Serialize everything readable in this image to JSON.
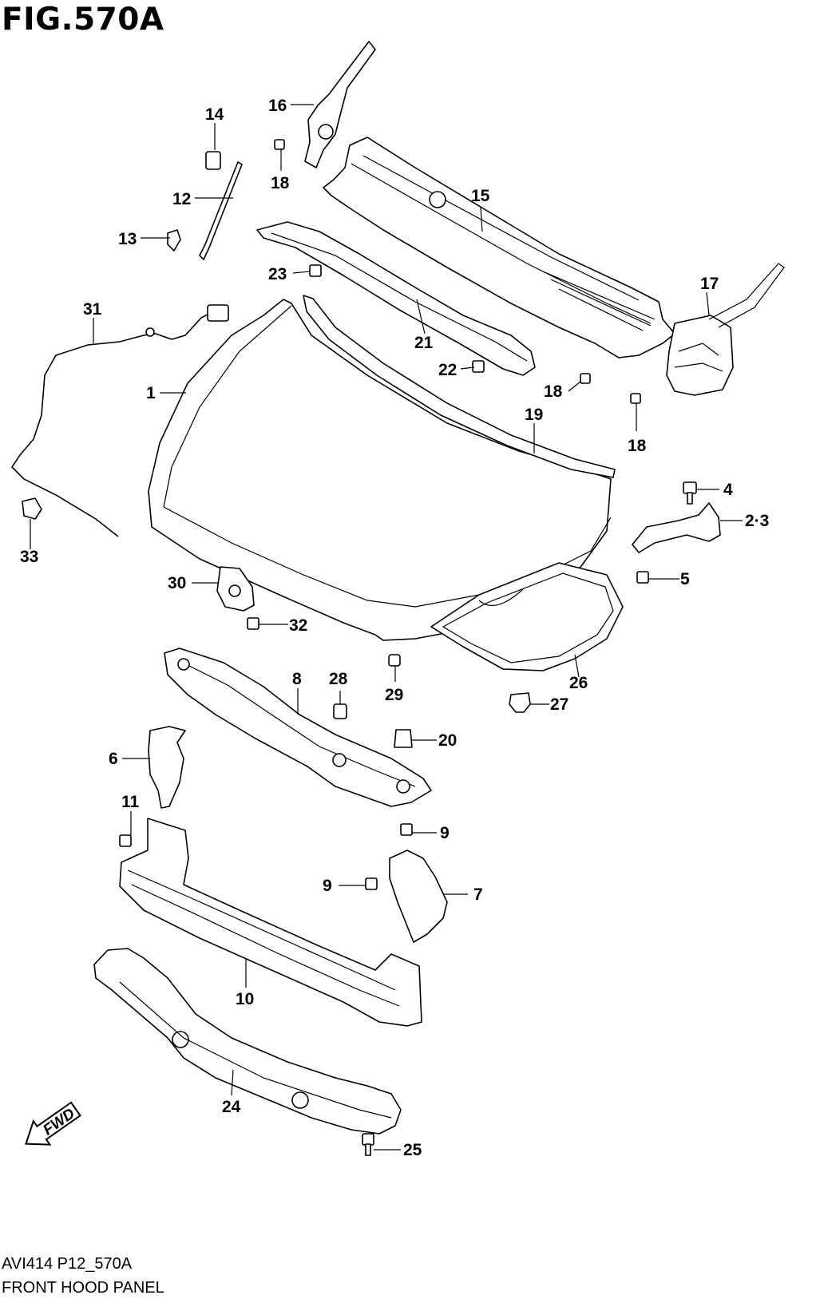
{
  "figure": {
    "title": "FIG.570A",
    "drawing_code": "AVI414 P12_570A",
    "caption": "FRONT HOOD PANEL",
    "fwd_label": "FWD"
  },
  "callouts": [
    "1",
    "2·3",
    "4",
    "5",
    "6",
    "7",
    "8",
    "9",
    "9",
    "10",
    "11",
    "12",
    "13",
    "14",
    "15",
    "16",
    "17",
    "18",
    "18",
    "18",
    "19",
    "20",
    "21",
    "22",
    "23",
    "24",
    "25",
    "26",
    "27",
    "28",
    "29",
    "30",
    "31",
    "32",
    "33"
  ],
  "parts": [
    {
      "id": "hood-panel",
      "ref": "1"
    },
    {
      "id": "hood-hinge",
      "ref": "2·3"
    },
    {
      "id": "hinge-bolt",
      "ref": "4"
    },
    {
      "id": "hinge-bolt-lower",
      "ref": "5"
    },
    {
      "id": "left-bracket",
      "ref": "6"
    },
    {
      "id": "right-bracket",
      "ref": "7"
    },
    {
      "id": "upper-radiator-support",
      "ref": "8"
    },
    {
      "id": "bolt-9",
      "ref": "9"
    },
    {
      "id": "bumper-reinforcement",
      "ref": "10"
    },
    {
      "id": "bolt-11",
      "ref": "11"
    },
    {
      "id": "hood-stay-rod",
      "ref": "12"
    },
    {
      "id": "stay-holder",
      "ref": "13"
    },
    {
      "id": "stay-clip",
      "ref": "14"
    },
    {
      "id": "cowl-top-panel",
      "ref": "15"
    },
    {
      "id": "cowl-side-left",
      "ref": "16"
    },
    {
      "id": "cowl-side-right",
      "ref": "17"
    },
    {
      "id": "clip-18",
      "ref": "18"
    },
    {
      "id": "hood-seal",
      "ref": "19"
    },
    {
      "id": "bumper-cushion",
      "ref": "20"
    },
    {
      "id": "hood-rear-seal",
      "ref": "21"
    },
    {
      "id": "nut-22",
      "ref": "22"
    },
    {
      "id": "screw-23",
      "ref": "23"
    },
    {
      "id": "lower-crossmember",
      "ref": "24"
    },
    {
      "id": "bolt-25",
      "ref": "25"
    },
    {
      "id": "hood-insulator",
      "ref": "26"
    },
    {
      "id": "clip-27",
      "ref": "27"
    },
    {
      "id": "cushion-28",
      "ref": "28"
    },
    {
      "id": "cushion-29",
      "ref": "29"
    },
    {
      "id": "hood-latch",
      "ref": "30"
    },
    {
      "id": "release-cable",
      "ref": "31"
    },
    {
      "id": "bolt-32",
      "ref": "32"
    },
    {
      "id": "cable-clamp",
      "ref": "33"
    }
  ]
}
